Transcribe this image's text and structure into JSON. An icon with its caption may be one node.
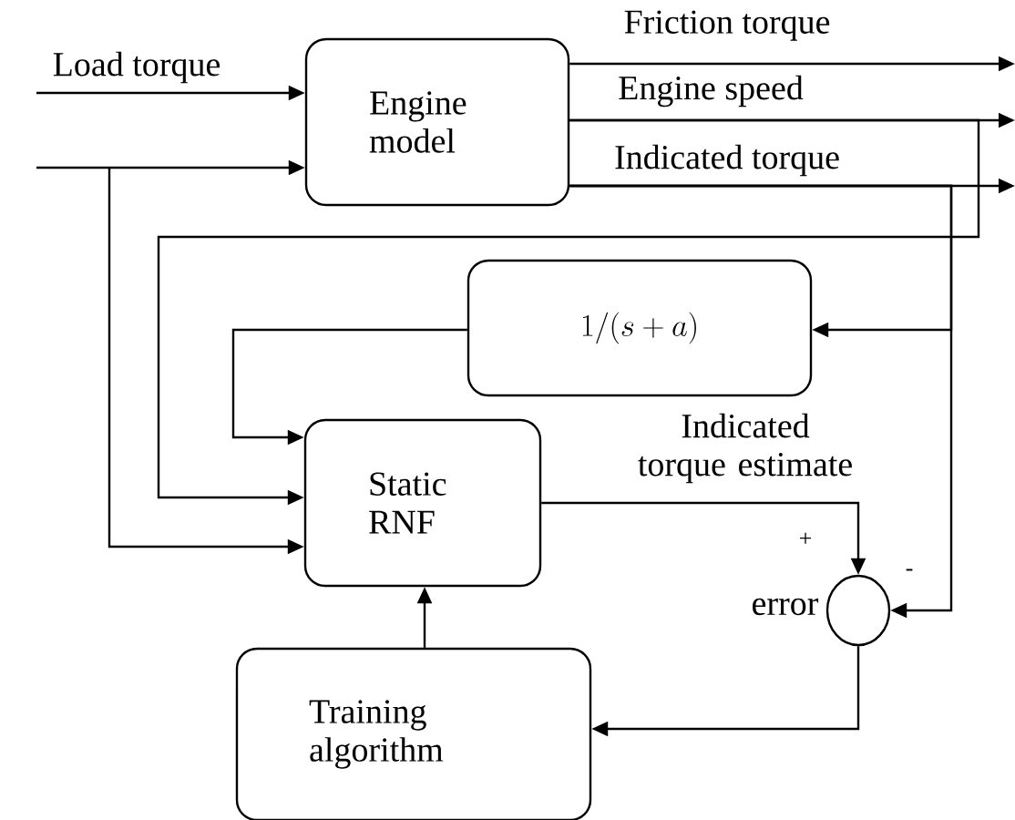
{
  "diagram": {
    "nodes": [
      {
        "text": [
          "Engine model"
        ]
      },
      {
        "text": [
          "1/(s+a)"
        ]
      },
      {
        "text": [
          "Static RNF"
        ]
      },
      {
        "text": [
          "Training algorithm"
        ]
      },
      {
        "text": [],
        "shape": "circle",
        "beside": [
          "error"
        ]
      }
    ],
    "edges": [
      {
        "from": null,
        "to": 0,
        "arrow": "to",
        "label": "Load torque"
      },
      {
        "from": null,
        "to": 0,
        "arrow": "to"
      },
      {
        "from": null,
        "to": 2,
        "arrow": "to"
      },
      {
        "from": 0,
        "to": null,
        "arrow": "to",
        "label": "Friction torque"
      },
      {
        "from": 0,
        "to": null,
        "arrow": "to",
        "label": "Engine speed"
      },
      {
        "from": 0,
        "to": null,
        "arrow": "to",
        "label": "Indicated torque"
      },
      {
        "from": 0,
        "to": 2,
        "arrow": "to"
      },
      {
        "from": 0,
        "to": 4,
        "arrow": "to"
      },
      {
        "from": 0,
        "to": 1,
        "arrow": "to"
      },
      {
        "from": 1,
        "to": 2,
        "arrow": "to"
      },
      {
        "from": 2,
        "to": 4,
        "arrow": "to",
        "label": "Indicated torque estimate"
      },
      {
        "from": 4,
        "to": 3,
        "arrow": "to"
      },
      {
        "from": 3,
        "to": 2,
        "arrow": "to"
      }
    ],
    "labels": [
      "+",
      "-"
    ]
  }
}
